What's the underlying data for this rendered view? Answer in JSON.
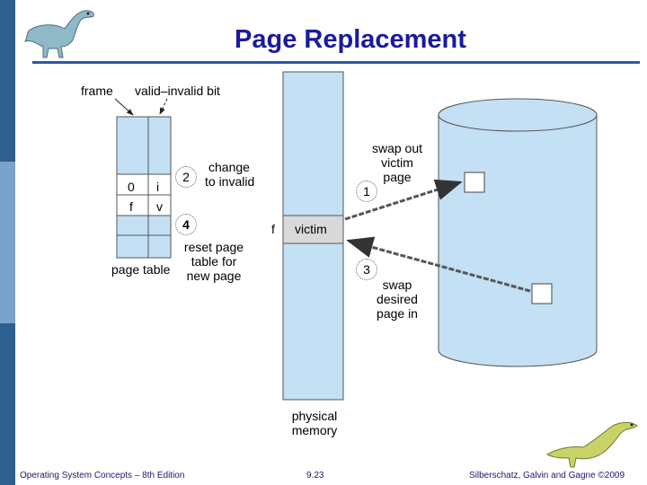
{
  "slide": {
    "title": "Page Replacement",
    "footer_left": "Operating System Concepts – 8th Edition",
    "footer_center": "9.23",
    "footer_right": "Silberschatz, Galvin and Gagne ©2009"
  },
  "colors": {
    "title": "#1a1a9e",
    "rule": "#2b57a8",
    "sidebar_dark": "#2e5f8e",
    "sidebar_light": "#7aa3cc",
    "memory_fill": "#c4e0f5",
    "victim_fill": "#d9d9d9"
  },
  "diagram": {
    "frame_label": "frame",
    "valid_invalid_label": "valid–invalid bit",
    "page_table_label": "page table",
    "table_rows": [
      {
        "frame": "0",
        "bit": "i"
      },
      {
        "frame": "f",
        "bit": "v"
      }
    ],
    "step1_number": "1",
    "step2_number": "2",
    "step3_number": "3",
    "step4_number": "4",
    "step1_lines": [
      "swap out",
      "victim",
      "page"
    ],
    "step2_lines": [
      "change",
      "to invalid"
    ],
    "step3_lines": [
      "swap",
      "desired",
      "page in"
    ],
    "step4_lines": [
      "reset page",
      "table for",
      "new page"
    ],
    "memory_frame_label": "f",
    "victim_label": "victim",
    "physical_memory_lines": [
      "physical",
      "memory"
    ]
  }
}
